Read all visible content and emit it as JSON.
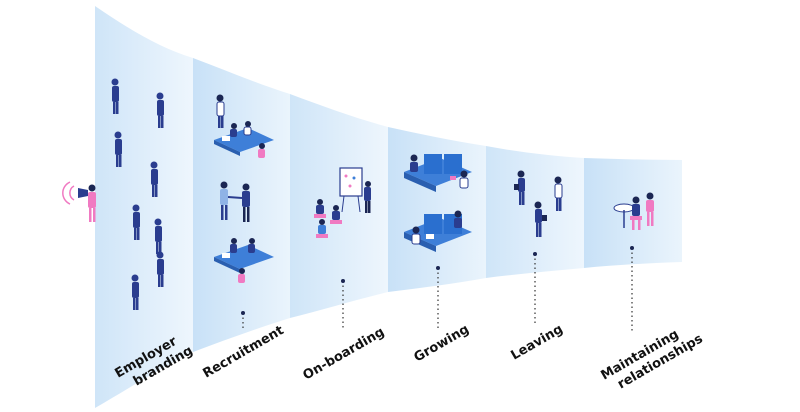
{
  "stages": [
    {
      "id": "employer-branding",
      "lines": [
        "Employer",
        "branding"
      ]
    },
    {
      "id": "recruitment",
      "lines": [
        "Recruitment"
      ]
    },
    {
      "id": "on-boarding",
      "lines": [
        "On-boarding"
      ]
    },
    {
      "id": "growing",
      "lines": [
        "Growing"
      ]
    },
    {
      "id": "leaving",
      "lines": [
        "Leaving"
      ]
    },
    {
      "id": "maintaining-relationships",
      "lines": [
        "Maintaining",
        "relationships"
      ]
    }
  ],
  "colors": {
    "band_light": "#eaf4fc",
    "band_mid": "#d3e8f9",
    "band_dark": "#bcdcf6",
    "figure": "#2a3d8f",
    "figure_dark": "#1b2653",
    "accent_pink": "#f07ac2",
    "desk": "#3e7fd8",
    "dotted_line": "#333333"
  },
  "icons": [
    "megaphone-person-icon",
    "walking-people-icon",
    "meeting-table-icon",
    "handshake-icon",
    "whiteboard-presentation-icon",
    "cubicle-desk-icon",
    "leaving-people-icon",
    "coffee-table-icon"
  ]
}
